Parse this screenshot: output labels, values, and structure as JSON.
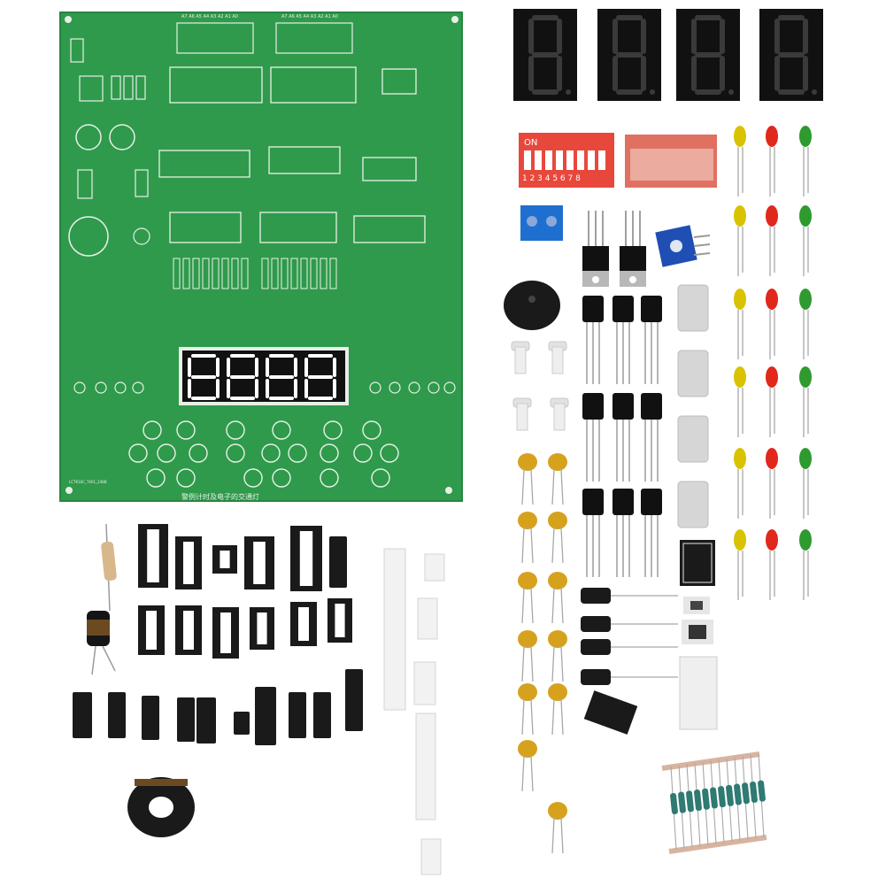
{
  "photo": {
    "background": "#ffffff"
  },
  "pcb": {
    "board_color": "#2f9a4c",
    "board_edge_color": "#278541",
    "trace_color": "#e9f2e6",
    "display_color": "#111111",
    "display_segment_color": "#ffffff",
    "silkscreen_bottom": "警例计时及电子的交通灯",
    "silkscreen_top_left": "A7 A6 A5 A4 A3 A2 A1 A0",
    "silkscreen_top_right": "A7 A6 A5 A4 A3 A2 A1 A0",
    "silkscreen_bottom_left": "LCTK16C_T401_24BB"
  },
  "parts": {
    "seven_segment_count": 4,
    "dip_switch_label": "ON",
    "dip_switch_numbers": "1 2 3 4 5 6 7 8",
    "dip_switch_color": "#e8483c",
    "led_colors": [
      "#d9c300",
      "#e0281c",
      "#2f9a2f"
    ],
    "capacitor_color": "#d6a21e",
    "terminal_block_color": "#1f6fd0",
    "potentiometer_color": "#1f4fb5"
  }
}
